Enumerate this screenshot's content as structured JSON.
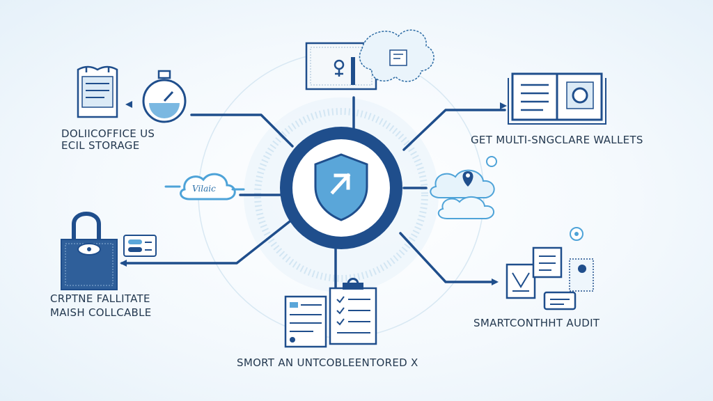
{
  "labels": {
    "top_left_line1": "DOLIICOFFICE US",
    "top_left_line2": "ECIL STORAGE",
    "top_right": "GET MULTI-SNGCLARE WALLETS",
    "bottom_left_line1": "CRPTNE FALLITATE",
    "bottom_left_line2": "MAISH COLLCABLE",
    "bottom_right": "SMARTCONTHHT AUDIT",
    "bottom_center": "SMORT AN UNTCOBLEENTORED X",
    "cloud_word": "Vilaic"
  },
  "colors": {
    "primary": "#1f4e8c",
    "accent": "#4ea3d8",
    "light": "#bfe0f3",
    "text": "#23384f"
  },
  "icons": [
    "center-shield-icon",
    "whiteboard-icon",
    "thought-cloud-icon",
    "open-book-icon",
    "document-stand-icon",
    "stopwatch-icon",
    "cloud-icon",
    "cloud-location-icon",
    "padlock-safe-icon",
    "toggle-panel-icon",
    "documents-icon",
    "checklist-icon"
  ]
}
